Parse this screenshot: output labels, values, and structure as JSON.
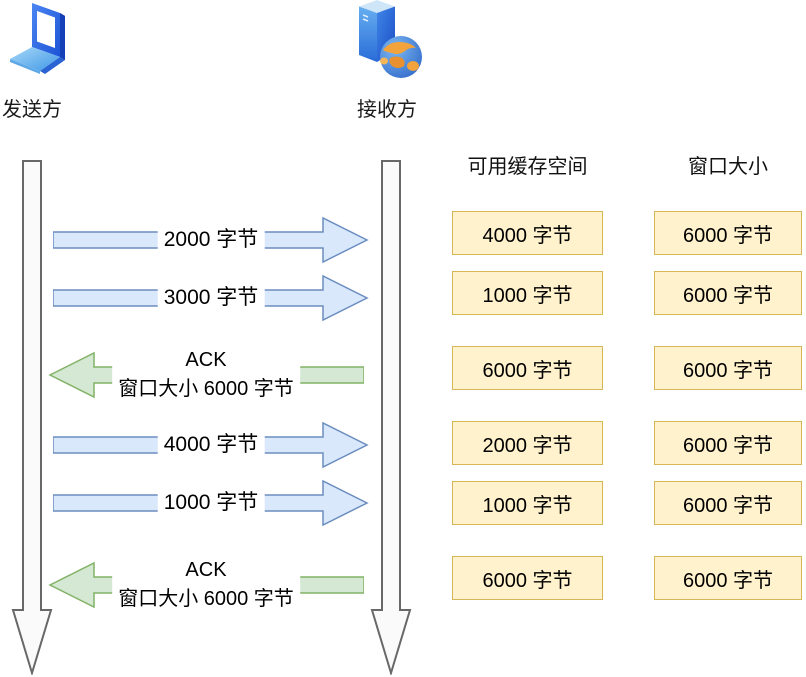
{
  "actors": {
    "sender": {
      "label": "发送方",
      "icon": "laptop-icon"
    },
    "receiver": {
      "label": "接收方",
      "icon": "server-globe-icon"
    }
  },
  "columns": {
    "buffer_header": "可用缓存空间",
    "window_header": "窗口大小"
  },
  "rows": [
    {
      "kind": "data",
      "direction": "right",
      "label": "2000 字节",
      "buffer": "4000 字节",
      "window": "6000 字节"
    },
    {
      "kind": "data",
      "direction": "right",
      "label": "3000 字节",
      "buffer": "1000 字节",
      "window": "6000 字节"
    },
    {
      "kind": "ack",
      "direction": "left",
      "line1": "ACK",
      "line2": "窗口大小 6000 字节",
      "buffer": "6000 字节",
      "window": "6000 字节"
    },
    {
      "kind": "data",
      "direction": "right",
      "label": "4000 字节",
      "buffer": "2000 字节",
      "window": "6000 字节"
    },
    {
      "kind": "data",
      "direction": "right",
      "label": "1000 字节",
      "buffer": "1000 字节",
      "window": "6000 字节"
    },
    {
      "kind": "ack",
      "direction": "left",
      "line1": "ACK",
      "line2": "窗口大小 6000 字节",
      "buffer": "6000 字节",
      "window": "6000 字节"
    }
  ],
  "colors": {
    "data_arrow_fill": "#dae8fc",
    "data_arrow_stroke": "#6c8ebf",
    "ack_arrow_fill": "#d5e8d4",
    "ack_arrow_stroke": "#82b366",
    "note_fill": "#fff2cc",
    "note_stroke": "#d6b656",
    "timeline_fill": "#fafafa",
    "timeline_stroke": "#686868"
  }
}
